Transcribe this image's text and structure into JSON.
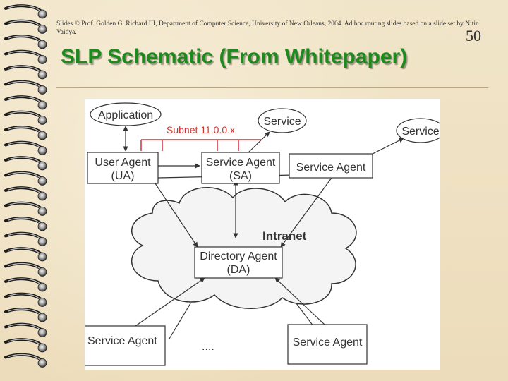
{
  "header": {
    "credit": "Slides © Prof. Golden G. Richard III, Department of Computer Science, University of New Orleans, 2004. Ad hoc routing slides based on a slide set by Nitin Vaidya.",
    "slide_number": "50"
  },
  "title": "SLP Schematic (From Whitepaper)",
  "diagram": {
    "application_label": "Application",
    "subnet_label": "Subnet 11.0.0.x",
    "service_left_label": "Service",
    "service_right_label": "Service",
    "user_agent_line1": "User Agent",
    "user_agent_line2": "(UA)",
    "service_agent_line1": "Service Agent",
    "service_agent_line2": "(SA)",
    "service_agent_right_label": "Service Agent",
    "intranet_label": "Intranet",
    "directory_agent_line1": "Directory Agent",
    "directory_agent_line2": "(DA)",
    "service_agent_bottom_left_label": "Service Agent",
    "service_agent_bottom_right_label": "Service Agent",
    "ellipsis": "....",
    "colors": {
      "subnet": "#cc3333",
      "title": "#1e8a1e"
    }
  }
}
